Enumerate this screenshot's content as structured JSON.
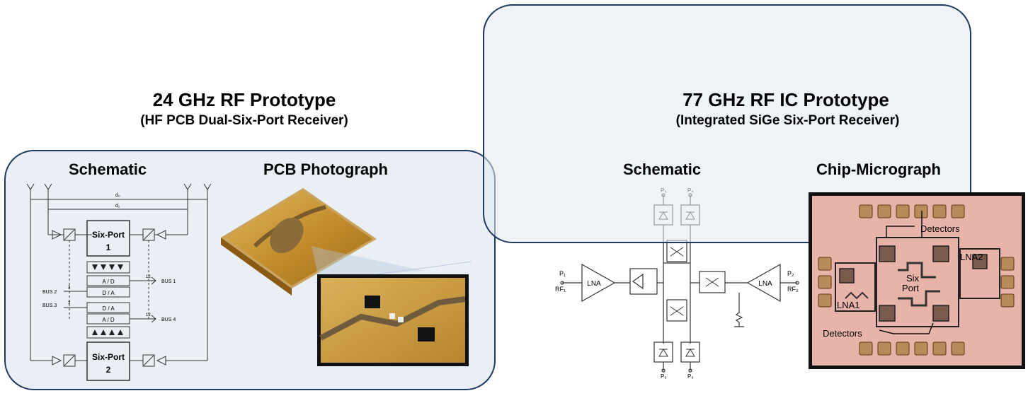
{
  "left": {
    "title": "24 GHz RF Prototype",
    "subtitle": "(HF PCB Dual-Six-Port Receiver)",
    "schematic_label": "Schematic",
    "photo_label": "PCB Photograph",
    "schematic": {
      "six_port_1": "Six-Port",
      "six_port_1_num": "1",
      "six_port_2": "Six-Port",
      "six_port_2_num": "2",
      "ad_label": "A / D",
      "da_label": "D / A",
      "bus1": "BUS 1",
      "bus2": "BUS 2",
      "bus3": "BUS 3",
      "bus4": "BUS 4",
      "d0": "d₀",
      "d1": "d₁",
      "n12": "12",
      "n3": "3"
    }
  },
  "right": {
    "title": "77 GHz RF IC Prototype",
    "subtitle": "(Integrated SiGe Six-Port Receiver)",
    "schematic_label": "Schematic",
    "micrograph_label": "Chip-Micrograph",
    "schematic": {
      "lna": "LNA",
      "p1": "P₁",
      "rf1": "RF₁",
      "p2": "P₂",
      "rf2": "RF₂",
      "p3": "P₃",
      "p4": "P₄",
      "p5": "P₅",
      "p6": "P₆"
    },
    "micrograph": {
      "detectors_top": "Detectors",
      "detectors_bottom": "Detectors",
      "lna1": "LNA1",
      "lna2": "LNA2",
      "six_port": "Six\nPort"
    }
  }
}
